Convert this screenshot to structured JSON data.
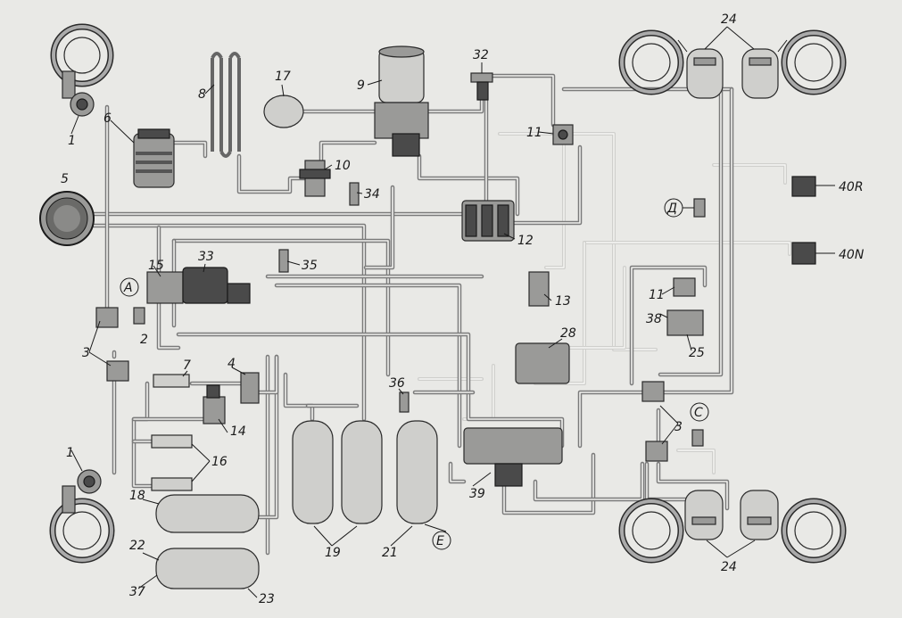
{
  "labels": {
    "l1_top": "1",
    "l1_bot": "1",
    "l2": "2",
    "l3_left": "3",
    "l3_right": "3",
    "l4": "4",
    "l5": "5",
    "l6": "6",
    "l7": "7",
    "l8": "8",
    "l9": "9",
    "l10": "10",
    "l11_top": "11",
    "l11_mid": "11",
    "l12": "12",
    "l13": "13",
    "l14": "14",
    "l15": "15",
    "l16": "16",
    "l17": "17",
    "l18": "18",
    "l19": "19",
    "l21": "21",
    "l22": "22",
    "l23": "23",
    "l24_top": "24",
    "l24_bot": "24",
    "l25": "25",
    "l28": "28",
    "l32": "32",
    "l33": "33",
    "l34": "34",
    "l35": "35",
    "l36": "36",
    "l37": "37",
    "l38": "38",
    "l39": "39",
    "l40R": "40R",
    "l40N": "40N"
  },
  "test_points": {
    "A": "A",
    "C": "C",
    "D": "Д",
    "E": "E"
  },
  "colors": {
    "pipe_main": "#7a7a7a",
    "pipe_light": "#cfcfcc",
    "background": "#e9e9e6"
  }
}
